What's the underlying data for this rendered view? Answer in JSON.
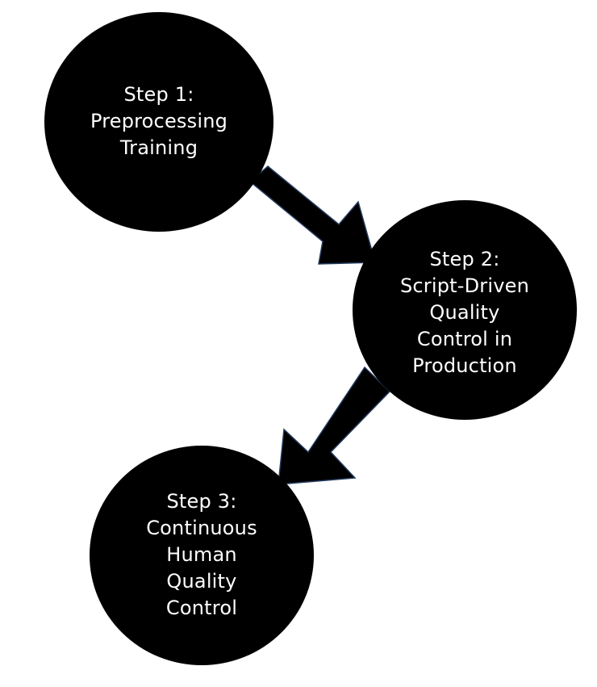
{
  "colors": {
    "background": "#ffffff",
    "node_fill": "#000000",
    "node_text": "#ffffff",
    "arrow_fill": "#000000",
    "arrow_edge": "#243a5e"
  },
  "steps": [
    {
      "lines": [
        "Step 1:",
        "Preprocessing",
        "Training"
      ]
    },
    {
      "lines": [
        "Step 2:",
        "Script-Driven",
        "Quality",
        "Control in",
        "Production"
      ]
    },
    {
      "lines": [
        "Step 3:",
        "Continuous",
        "Human",
        "Quality",
        "Control"
      ]
    }
  ],
  "arrows": [
    {
      "from": "step-1",
      "to": "step-2",
      "icon": "arrow-down-right-icon"
    },
    {
      "from": "step-2",
      "to": "step-3",
      "icon": "arrow-down-left-icon"
    }
  ]
}
